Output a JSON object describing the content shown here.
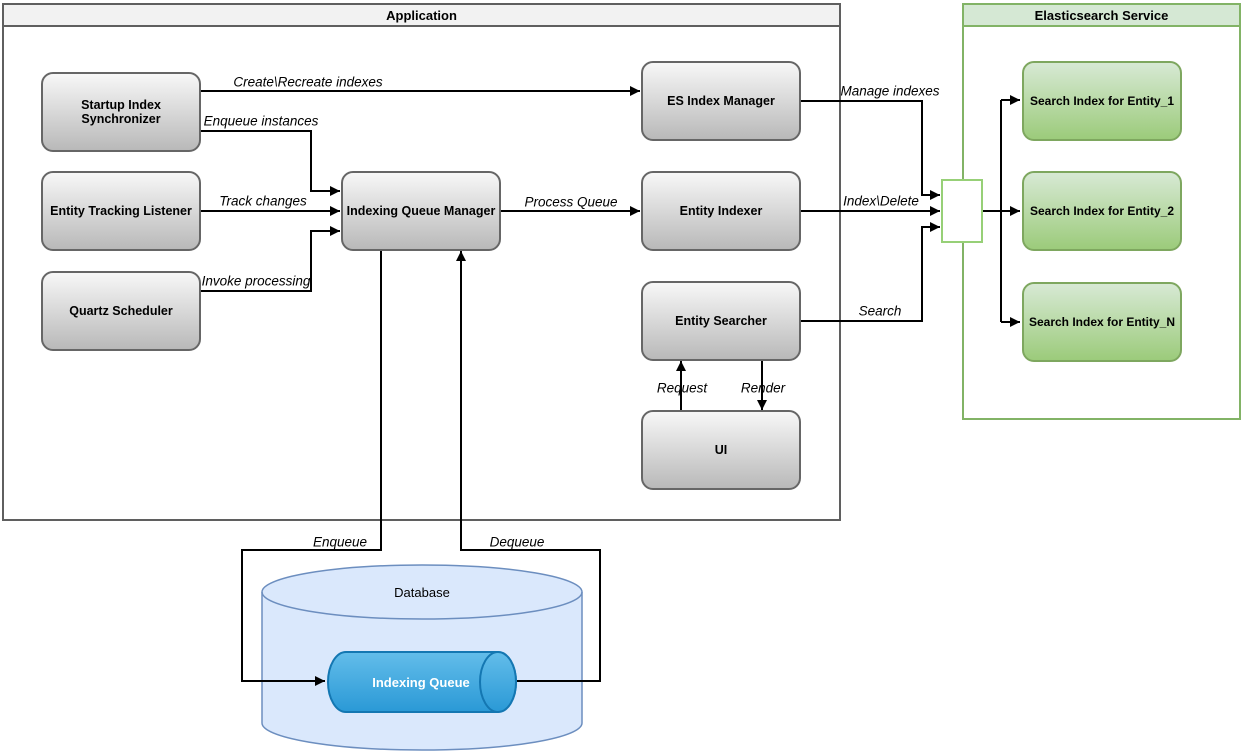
{
  "containers": {
    "application": {
      "title": "Application"
    },
    "elasticsearch_service": {
      "title": "Elasticsearch Service"
    }
  },
  "nodes": {
    "startup_index_synchronizer": {
      "label": "Startup Index\nSynchronizer"
    },
    "entity_tracking_listener": {
      "label": "Entity Tracking Listener"
    },
    "quartz_scheduler": {
      "label": "Quartz Scheduler"
    },
    "indexing_queue_manager": {
      "label": "Indexing Queue Manager"
    },
    "es_index_manager": {
      "label": "ES Index Manager"
    },
    "entity_indexer": {
      "label": "Entity Indexer"
    },
    "entity_searcher": {
      "label": "Entity Searcher"
    },
    "ui": {
      "label": "UI"
    },
    "search_index_entity_1": {
      "label": "Search Index for Entity_1"
    },
    "search_index_entity_2": {
      "label": "Search Index for Entity_2"
    },
    "search_index_entity_n": {
      "label": "Search Index for Entity_N"
    },
    "database": {
      "label": "Database"
    },
    "indexing_queue": {
      "label": "Indexing Queue"
    }
  },
  "edge_labels": {
    "create_recreate_indexes": "Create\\Recreate indexes",
    "enqueue_instances": "Enqueue instances",
    "track_changes": "Track changes",
    "invoke_processing": "Invoke processing",
    "process_queue": "Process Queue",
    "manage_indexes": "Manage indexes",
    "index_delete": "Index\\Delete",
    "search": "Search",
    "request": "Request",
    "render": "Render",
    "enqueue": "Enqueue",
    "dequeue": "Dequeue"
  },
  "colors": {
    "app_border": "#5f5f5f",
    "app_header_fill": "#f2f2f2",
    "es_border": "#82b366",
    "es_header_fill": "#d5e8d4",
    "gray_node_top": "#f7f7f7",
    "gray_node_bottom": "#b9b9b9",
    "gray_node_border": "#666666",
    "green_node_top": "#d7e9d4",
    "green_node_bottom": "#9ccb7b",
    "green_node_border": "#7ea75f",
    "connector_border": "#97d077",
    "database_fill": "#dae8fc",
    "database_border": "#6c8ebf",
    "queue_top": "#63bdea",
    "queue_bottom": "#2a99d6",
    "queue_border": "#1477b2",
    "edge_color": "#000000",
    "text_color": "#000000"
  }
}
